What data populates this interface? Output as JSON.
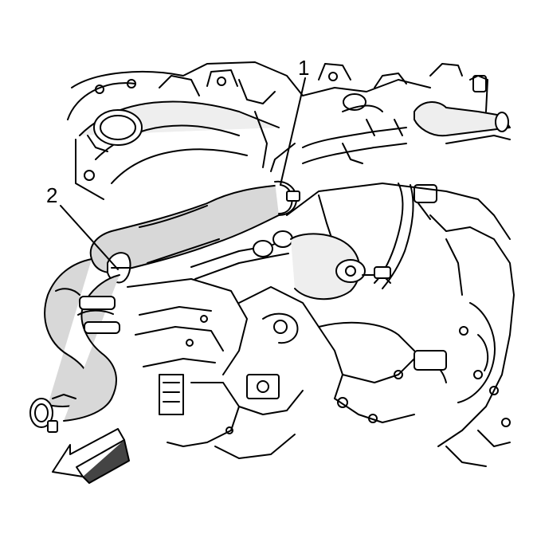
{
  "diagram": {
    "callouts": [
      {
        "id": "1",
        "label": "1"
      },
      {
        "id": "2",
        "label": "2"
      }
    ],
    "colors": {
      "ink": "#000000",
      "paper": "#ffffff",
      "hose_shade": "#d8d8d8",
      "body_shade": "#eeeeee"
    },
    "icons": {
      "direction_arrow": "front-direction-arrow-icon"
    }
  }
}
